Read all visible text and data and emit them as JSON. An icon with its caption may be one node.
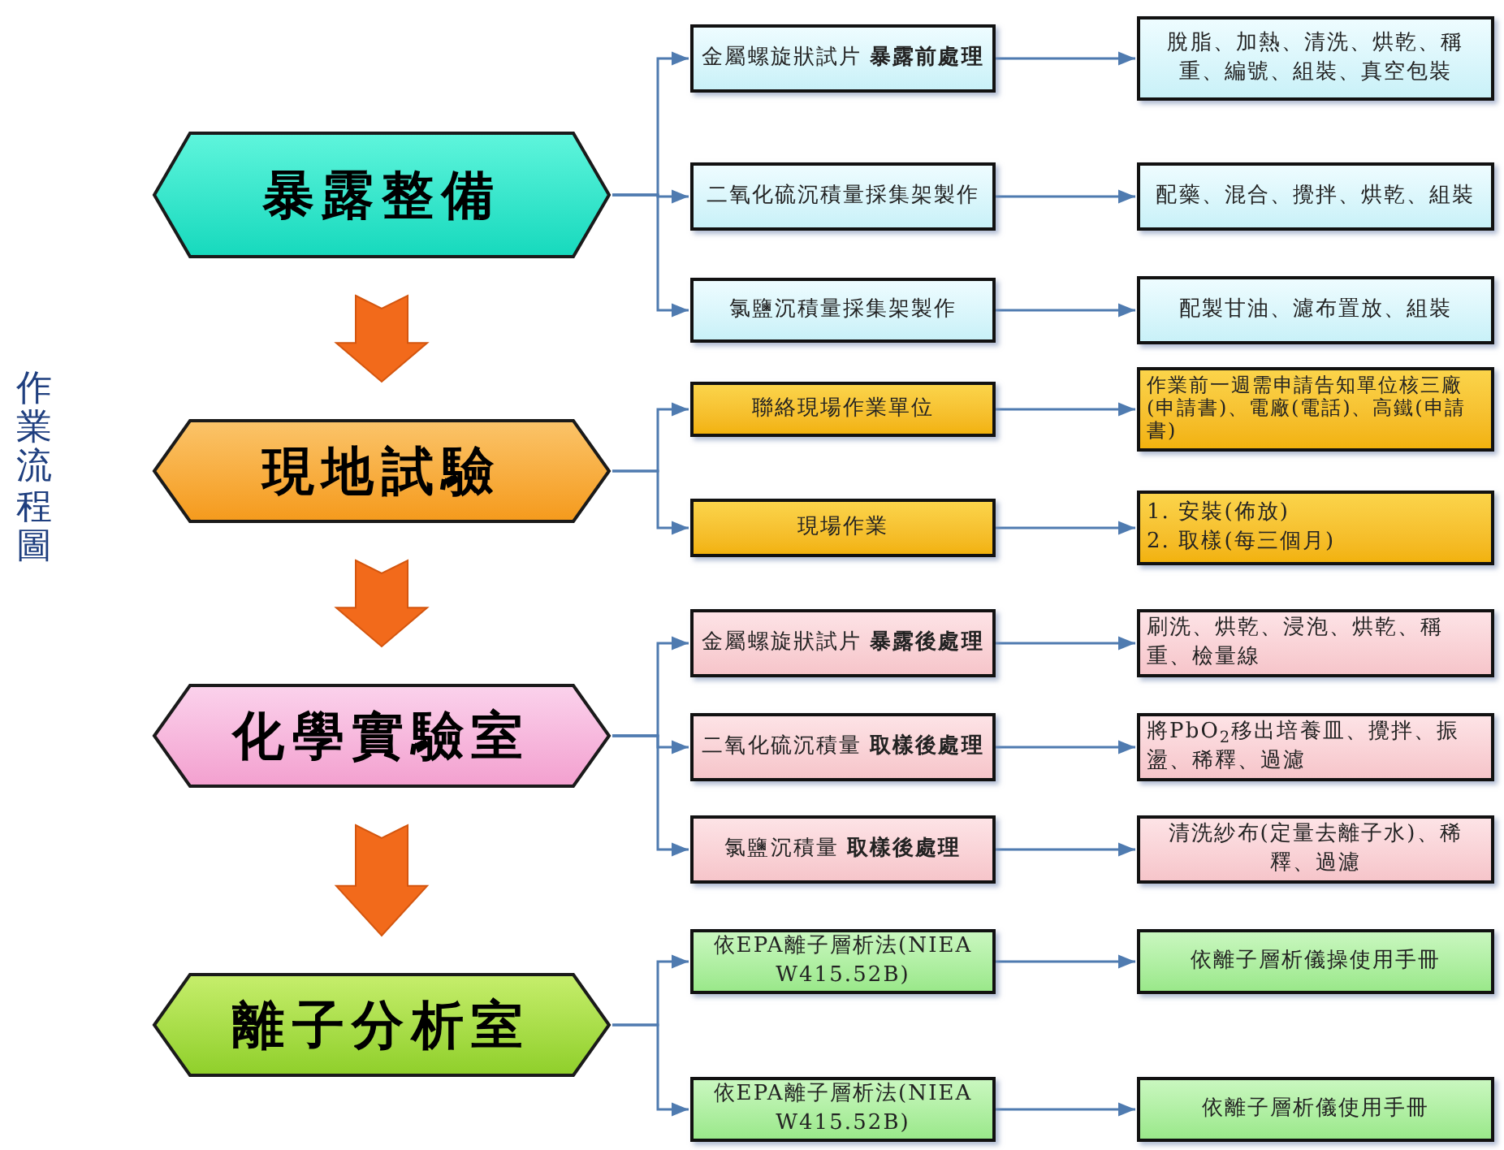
{
  "diagram": {
    "nodes": [
      {
        "text": [
          "暴露整備"
        ]
      },
      {
        "text": [
          "金屬螺旋狀試片 **暴露前處理**"
        ]
      },
      {
        "text": [
          "脫脂、加熱、清洗、烘乾、稱重、編號、組裝、真空包裝"
        ]
      },
      {
        "text": [
          "二氧化硫沉積量採集架製作"
        ]
      },
      {
        "text": [
          "配藥、混合、攪拌、烘乾、組裝"
        ]
      },
      {
        "text": [
          "氯鹽沉積量採集架製作"
        ]
      },
      {
        "text": [
          "配製甘油、濾布置放、組裝"
        ]
      },
      {
        "text": [
          "現地試驗"
        ]
      },
      {
        "text": [
          "聯絡現場作業單位"
        ]
      },
      {
        "text": [
          "作業前一週需申請告知單位核三廠(申請書)、電廠(電話)、高鐵(申請書)"
        ]
      },
      {
        "text": [
          "現場作業"
        ]
      },
      {
        "text": [
          "1. 安裝(佈放)",
          "2. 取樣(每三個月)"
        ]
      },
      {
        "text": [
          "化學實驗室"
        ]
      },
      {
        "text": [
          "金屬螺旋狀試片 **暴露後處理**"
        ]
      },
      {
        "text": [
          "刷洗、烘乾、浸泡、烘乾、稱重、檢量線"
        ]
      },
      {
        "text": [
          "二氧化硫沉積量 **取樣後處理**"
        ]
      },
      {
        "text": [
          "將PbO$_{2}$移出培養皿、攪拌、振盪、稀釋、過濾"
        ]
      },
      {
        "text": [
          "氯鹽沉積量 **取樣後處理**"
        ]
      },
      {
        "text": [
          "清洗紗布(定量去離子水)、稀釋、過濾"
        ]
      },
      {
        "text": [
          "離子分析室"
        ]
      },
      {
        "text": [
          "依EPA離子層析法(NIEA W415.52B)"
        ]
      },
      {
        "text": [
          "依離子層析儀操使用手冊"
        ]
      },
      {
        "text": [
          "依EPA離子層析法(NIEA W415.52B)"
        ]
      },
      {
        "text": [
          "依離子層析儀使用手冊"
        ]
      }
    ],
    "edges": [
      {
        "from": 0,
        "to": 1,
        "arrow": "to"
      },
      {
        "from": 0,
        "to": 3,
        "arrow": "to"
      },
      {
        "from": 0,
        "to": 5,
        "arrow": "to"
      },
      {
        "from": 1,
        "to": 2,
        "arrow": "to"
      },
      {
        "from": 3,
        "to": 4,
        "arrow": "to"
      },
      {
        "from": 5,
        "to": 6,
        "arrow": "to"
      },
      {
        "from": 0,
        "to": 7,
        "arrow": "to",
        "style": "thick",
        "color": "#f26a1b"
      },
      {
        "from": 7,
        "to": 8,
        "arrow": "to"
      },
      {
        "from": 7,
        "to": 10,
        "arrow": "to"
      },
      {
        "from": 8,
        "to": 9,
        "arrow": "to"
      },
      {
        "from": 10,
        "to": 11,
        "arrow": "to"
      },
      {
        "from": 7,
        "to": 12,
        "arrow": "to",
        "style": "thick",
        "color": "#f26a1b"
      },
      {
        "from": 12,
        "to": 13,
        "arrow": "to"
      },
      {
        "from": 12,
        "to": 15,
        "arrow": "to"
      },
      {
        "from": 12,
        "to": 17,
        "arrow": "to"
      },
      {
        "from": 13,
        "to": 14,
        "arrow": "to"
      },
      {
        "from": 15,
        "to": 16,
        "arrow": "to"
      },
      {
        "from": 17,
        "to": 18,
        "arrow": "to"
      },
      {
        "from": 12,
        "to": 19,
        "arrow": "to",
        "style": "thick",
        "color": "#f26a1b"
      },
      {
        "from": 19,
        "to": 20,
        "arrow": "to"
      },
      {
        "from": 19,
        "to": 22,
        "arrow": "to"
      },
      {
        "from": 20,
        "to": 21,
        "arrow": "to"
      },
      {
        "from": 22,
        "to": 23,
        "arrow": "to"
      }
    ],
    "labels": [
      "作業流程圖"
    ]
  }
}
